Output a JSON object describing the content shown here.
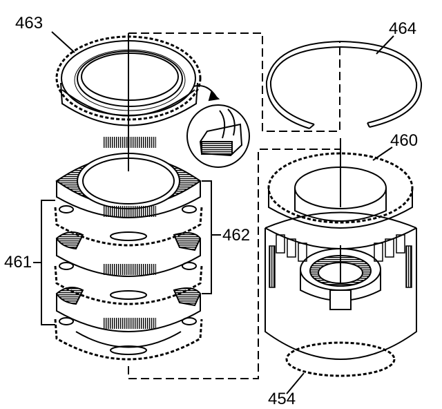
{
  "callouts": {
    "c463": "463",
    "c464": "464",
    "c460": "460",
    "c462": "462",
    "c461": "461",
    "c454": "454"
  },
  "colors": {
    "ink": "#000000",
    "paper": "#ffffff"
  }
}
